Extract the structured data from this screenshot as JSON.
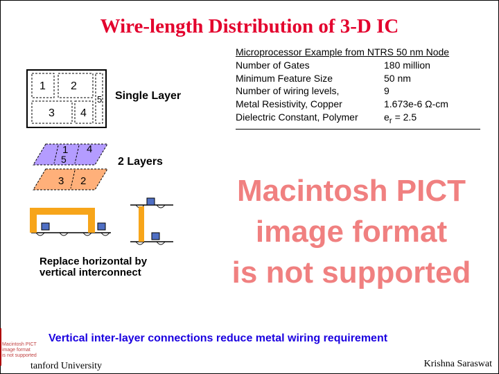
{
  "title": "Wire-length Distribution of 3-D IC",
  "spec": {
    "header": "Microprocessor Example from NTRS 50 nm Node",
    "rows": [
      {
        "label": "Number of Gates",
        "value": "180 million"
      },
      {
        "label": "Minimum Feature Size",
        "value": "50 nm"
      },
      {
        "label": "Number of wiring levels,",
        "value": "9"
      },
      {
        "label": "Metal Resistivity, Copper",
        "value": "1.673e-6 Ω-cm"
      },
      {
        "label": "Dielectric Constant, Polymer",
        "value_main": "e",
        "value_sub": "r",
        "value_rest": " = 2.5"
      }
    ]
  },
  "diagram": {
    "single_layer_label": "Single Layer",
    "two_layers_label": "2 Layers",
    "blocks_single": [
      "1",
      "2",
      "3",
      "4",
      "5"
    ],
    "blocks_top": [
      "1",
      "4",
      "5"
    ],
    "blocks_bottom": [
      "3",
      "2"
    ],
    "caption_line1": "Replace horizontal by",
    "caption_line2": "vertical interconnect"
  },
  "placeholder": {
    "line1": "Macintosh PICT",
    "line2": "image format",
    "line3": "is not supported"
  },
  "conclusion": "Vertical inter-layer connections reduce metal wiring requirement",
  "footer": {
    "left": "tanford University",
    "right": "Krishna Saraswat"
  },
  "logo": {
    "text": "Macintosh PICT\nimage format\nis not supported"
  },
  "colors": {
    "title": "#e3002d",
    "conclusion": "#1a00e0",
    "placeholder": "#f08080",
    "top_layer": "#b49cff",
    "bottom_layer": "#ffb07a",
    "interconnect": "#f7a51a",
    "via_block": "#4f6fc4"
  }
}
